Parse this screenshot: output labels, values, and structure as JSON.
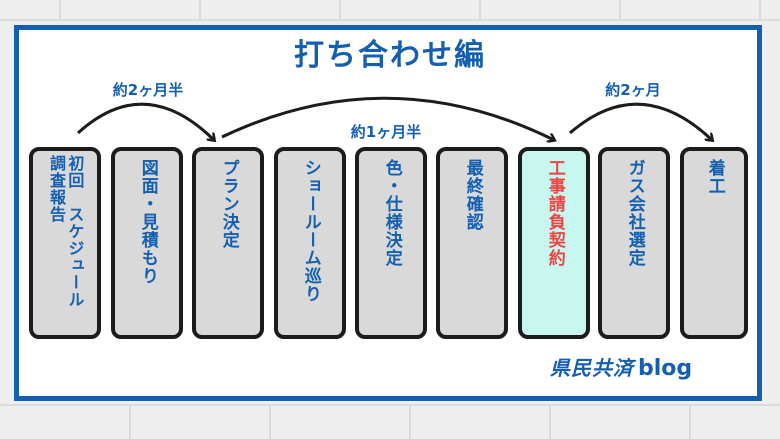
{
  "title": "打ち合わせ編",
  "durations": [
    {
      "label": "約2ヶ月半"
    },
    {
      "label": "約1ヶ月半"
    },
    {
      "label": "約2ヶ月"
    }
  ],
  "steps": [
    {
      "lines": [
        "調査報告",
        "初回　スケジュール"
      ],
      "highlight": false
    },
    {
      "lines": [
        "図面・見積もり"
      ],
      "highlight": false
    },
    {
      "lines": [
        "プラン決定"
      ],
      "highlight": false
    },
    {
      "lines": [
        "ショールーム巡り"
      ],
      "highlight": false
    },
    {
      "lines": [
        "色・仕様決定"
      ],
      "highlight": false
    },
    {
      "lines": [
        "最終確認"
      ],
      "highlight": false
    },
    {
      "lines": [
        "工事請負契約"
      ],
      "highlight": true
    },
    {
      "lines": [
        "ガス会社選定"
      ],
      "highlight": false
    },
    {
      "lines": [
        "着工"
      ],
      "highlight": false
    }
  ],
  "brand": {
    "kanji": "県民共済",
    "latin": "blog"
  },
  "colors": {
    "accent": "#155fb0",
    "highlight_text": "#ee4444",
    "highlight_bg": "#c7f7ee",
    "box_bg": "#d9d9d9",
    "border": "#1c1c1c"
  }
}
